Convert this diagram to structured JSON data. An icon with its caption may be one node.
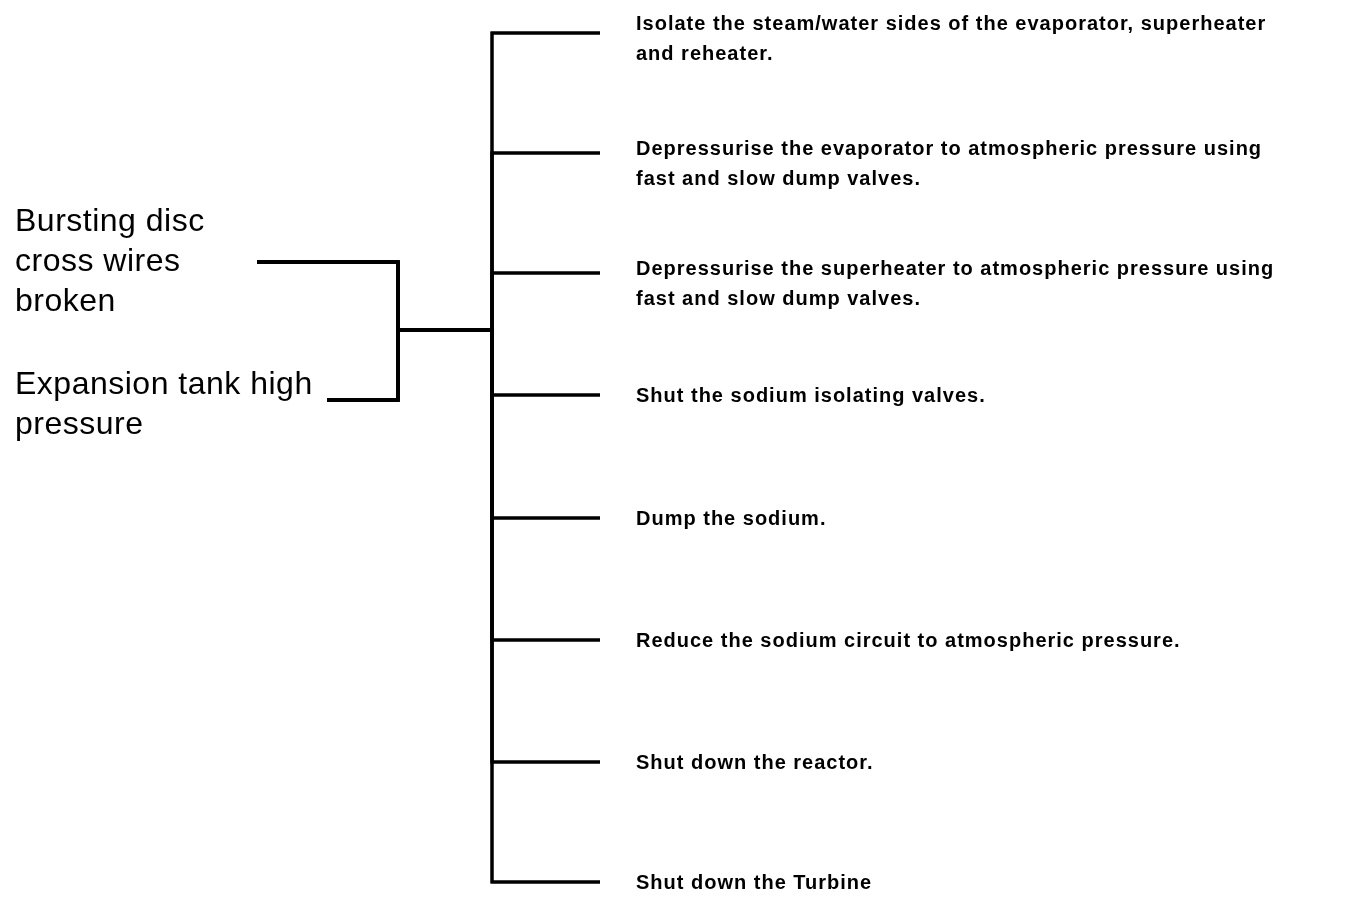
{
  "diagram": {
    "nodes": [
      {
        "text": [
          "Bursting disc cross wires broken"
        ]
      },
      {
        "text": [
          "Expansion tank high pressure"
        ]
      },
      {
        "text": [
          "Isolate the steam/water sides of the evaporator, superheater and reheater."
        ]
      },
      {
        "text": [
          "Depressurise the evaporator to atmospheric pressure using fast and slow dump valves."
        ]
      },
      {
        "text": [
          "Depressurise the superheater to atmospheric pressure using fast and slow dump valves."
        ]
      },
      {
        "text": [
          "Shut the sodium isolating valves."
        ]
      },
      {
        "text": [
          "Dump the sodium."
        ]
      },
      {
        "text": [
          "Reduce the sodium circuit to atmospheric pressure."
        ]
      },
      {
        "text": [
          "Shut down the reactor."
        ]
      },
      {
        "text": [
          "Shut down the Turbine"
        ]
      }
    ],
    "edges": [
      {
        "from": 0,
        "to": 2,
        "arrow": "none"
      },
      {
        "from": 0,
        "to": 3,
        "arrow": "none"
      },
      {
        "from": 0,
        "to": 4,
        "arrow": "none"
      },
      {
        "from": 0,
        "to": 5,
        "arrow": "none"
      },
      {
        "from": 0,
        "to": 6,
        "arrow": "none"
      },
      {
        "from": 0,
        "to": 7,
        "arrow": "none"
      },
      {
        "from": 0,
        "to": 8,
        "arrow": "none"
      },
      {
        "from": 0,
        "to": 9,
        "arrow": "none"
      },
      {
        "from": 1,
        "to": 2,
        "arrow": "none"
      },
      {
        "from": 1,
        "to": 3,
        "arrow": "none"
      },
      {
        "from": 1,
        "to": 4,
        "arrow": "none"
      },
      {
        "from": 1,
        "to": 5,
        "arrow": "none"
      },
      {
        "from": 1,
        "to": 6,
        "arrow": "none"
      },
      {
        "from": 1,
        "to": 7,
        "arrow": "none"
      },
      {
        "from": 1,
        "to": 8,
        "arrow": "none"
      },
      {
        "from": 1,
        "to": 9,
        "arrow": "none"
      }
    ]
  }
}
